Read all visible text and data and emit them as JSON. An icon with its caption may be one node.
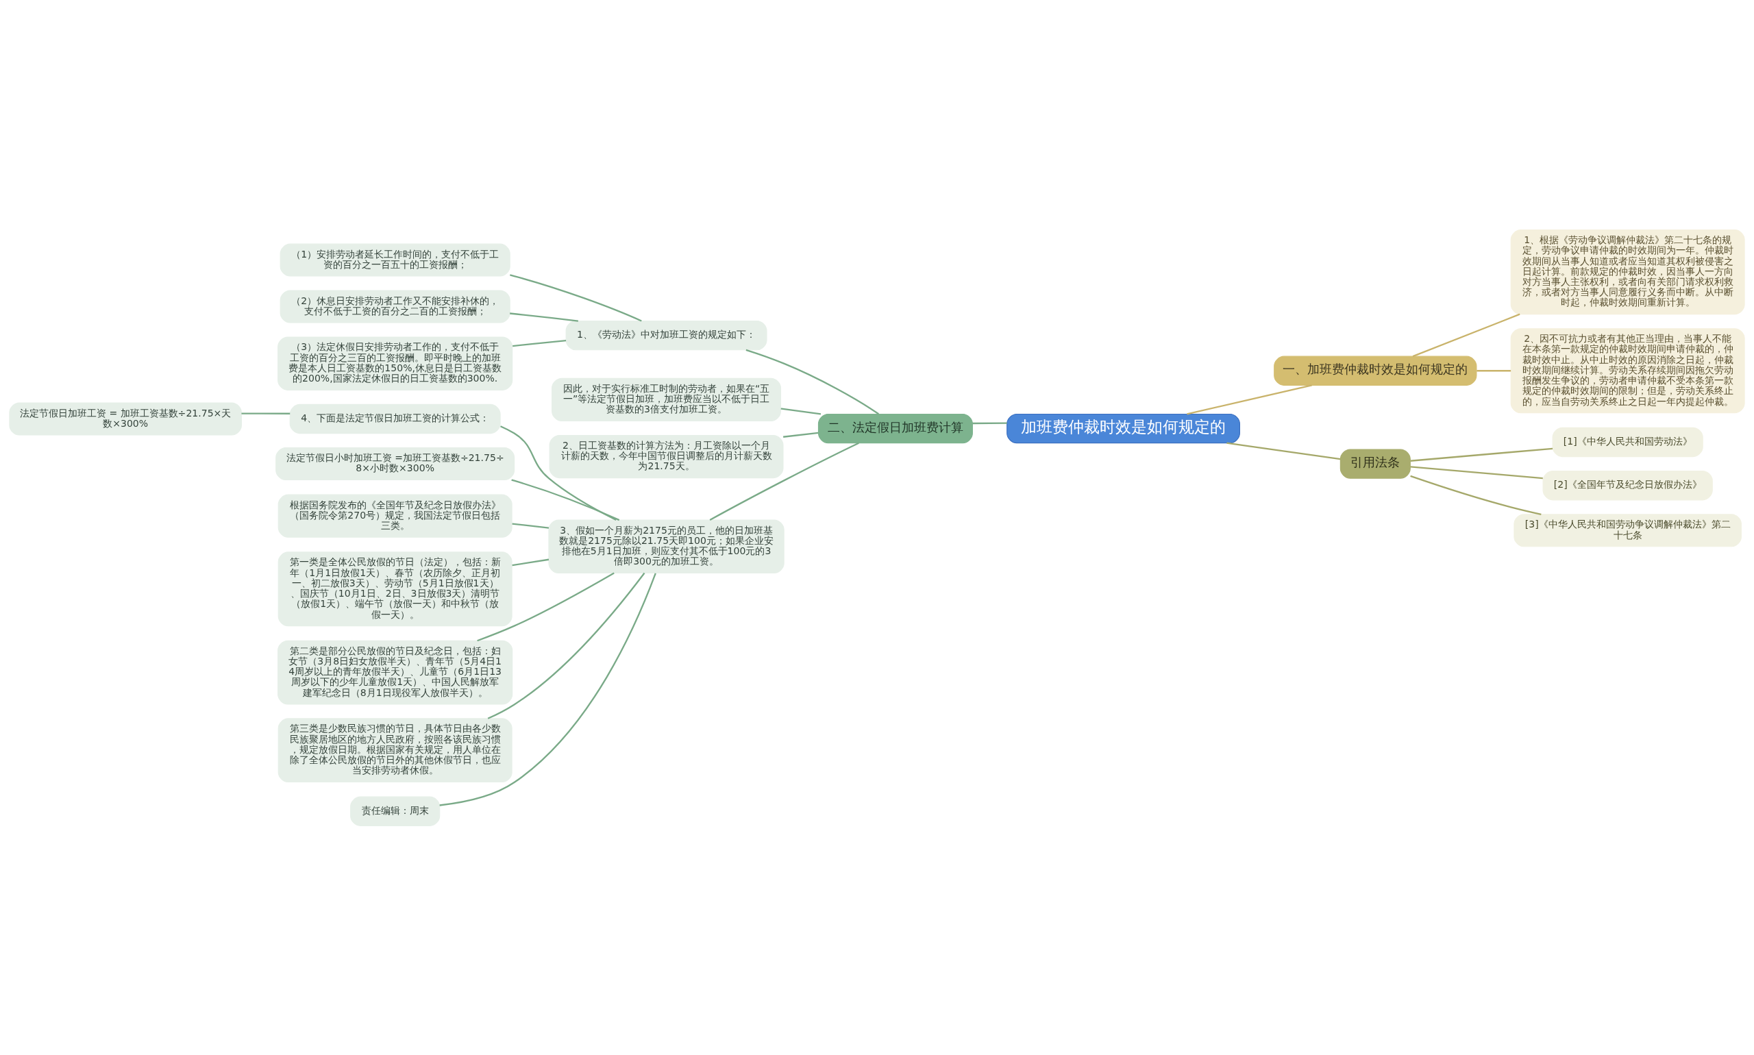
{
  "diagram": {
    "nodes": [
      {
        "text": [
          "加班费仲裁时效是如何规定的"
        ]
      },
      {
        "text": [
          "一、加班费仲裁时效是如何规定的"
        ]
      },
      {
        "text": [
          "1、根据《劳动争议调解仲裁法》第二十七条的规定，劳动争议申请仲裁的时效期间为一年。仲裁时效期间从当事人知道或者应当知道其权利被侵害之日起计算。前款规定的仲裁时效，因当事人一方向对方当事人主张权利，或者向有关部门请求权利救济，或者对方当事人同意履行义务而中断。从中断时起，仲裁时效期间重新计算。"
        ]
      },
      {
        "text": [
          "2、因不可抗力或者有其他正当理由，当事人不能在本条第一款规定的仲裁时效期间申请仲裁的，仲裁时效中止。从中止时效的原因消除之日起，仲裁时效期间继续计算。劳动关系存续期间因拖欠劳动报酬发生争议的，劳动者申请仲裁不受本条第一款规定的仲裁时效期间的限制；但是，劳动关系终止的，应当自劳动关系终止之日起一年内提起仲裁。"
        ]
      },
      {
        "text": [
          "引用法条"
        ]
      },
      {
        "text": [
          "[1]《中华人民共和国劳动法》"
        ]
      },
      {
        "text": [
          "[2]《全国年节及纪念日放假办法》"
        ]
      },
      {
        "text": [
          "[3]《中华人民共和国劳动争议调解仲裁法》第二十七条"
        ]
      },
      {
        "text": [
          "二、法定假日加班费计算"
        ]
      },
      {
        "text": [
          "1、《劳动法》中对加班工资的规定如下："
        ]
      },
      {
        "text": [
          "（1）安排劳动者延长工作时间的，支付不低于工资的百分之一百五十的工资报酬；"
        ]
      },
      {
        "text": [
          "（2）休息日安排劳动者工作又不能安排补休的，支付不低于工资的百分之二百的工资报酬；"
        ]
      },
      {
        "text": [
          "（3）法定休假日安排劳动者工作的，支付不低于工资的百分之三百的工资报酬。即平时晚上的加班费是本人日工资基数的150%,休息日是日工资基数的200%,国家法定休假日的日工资基数的300%."
        ]
      },
      {
        "text": [
          "因此，对于实行标准工时制的劳动者，如果在“五一”等法定节假日加班，加班费应当以不低于日工资基数的3倍支付加班工资。"
        ]
      },
      {
        "text": [
          "2、日工资基数的计算方法为：月工资除以一个月计薪的天数，今年中国节假日调整后的月计薪天数为21.75天。"
        ]
      },
      {
        "text": [
          "3、假如一个月薪为2175元的员工，他的日加班基数就是2175元除以21.75天即100元；如果企业安排他在5月1日加班，则应支付其不低于100元的3倍即300元的加班工资。"
        ]
      },
      {
        "text": [
          "4、下面是法定节假日加班工资的计算公式："
        ]
      },
      {
        "text": [
          "法定节假日加班工资 = 加班工资基数÷21.75×天数×300%"
        ]
      },
      {
        "text": [
          "法定节假日小时加班工资 =加班工资基数÷21.75÷8×小时数×300%"
        ]
      },
      {
        "text": [
          "根据国务院发布的《全国年节及纪念日放假办法》（国务院令第270号）规定，我国法定节假日包括三类。"
        ]
      },
      {
        "text": [
          "第一类是全体公民放假的节日（法定），包括：新年（1月1日放假1天）、春节（农历除夕、正月初一、初二放假3天）、劳动节（5月1日放假1天）、国庆节（10月1日、2日、3日放假3天）清明节（放假1天）、端午节（放假一天）和中秋节（放假一天）。"
        ]
      },
      {
        "text": [
          "第二类是部分公民放假的节日及纪念日，包括：妇女节（3月8日妇女放假半天）、青年节（5月4日14周岁以上的青年放假半天）、儿童节（6月1日13周岁以下的少年儿童放假1天）、中国人民解放军建军纪念日（8月1日现役军人放假半天）。"
        ]
      },
      {
        "text": [
          "第三类是少数民族习惯的节日，具体节日由各少数民族聚居地区的地方人民政府，按照各该民族习惯，规定放假日期。根据国家有关规定，用人单位在除了全体公民放假的节日外的其他休假节日，也应当安排劳动者休假。"
        ]
      },
      {
        "text": [
          "责任编辑：周末"
        ]
      }
    ],
    "edges": [
      {
        "from": 0,
        "to": 1,
        "arrow": "none",
        "color": "#c9b36b"
      },
      {
        "from": 1,
        "to": 2,
        "arrow": "none",
        "color": "#c9b36b"
      },
      {
        "from": 1,
        "to": 3,
        "arrow": "none",
        "color": "#c9b36b"
      },
      {
        "from": 0,
        "to": 4,
        "arrow": "none",
        "color": "#a5a86a"
      },
      {
        "from": 4,
        "to": 5,
        "arrow": "none",
        "color": "#a5a86a"
      },
      {
        "from": 4,
        "to": 6,
        "arrow": "none",
        "color": "#a5a86a"
      },
      {
        "from": 4,
        "to": 7,
        "arrow": "none",
        "color": "#a5a86a"
      },
      {
        "from": 0,
        "to": 8,
        "arrow": "none"
      },
      {
        "from": 8,
        "to": 9,
        "arrow": "none"
      },
      {
        "from": 9,
        "to": 10,
        "arrow": "none"
      },
      {
        "from": 9,
        "to": 11,
        "arrow": "none"
      },
      {
        "from": 9,
        "to": 12,
        "arrow": "none"
      },
      {
        "from": 8,
        "to": 13,
        "arrow": "none"
      },
      {
        "from": 8,
        "to": 14,
        "arrow": "none"
      },
      {
        "from": 8,
        "to": 15,
        "arrow": "none"
      },
      {
        "from": 15,
        "to": 16,
        "arrow": "none"
      },
      {
        "from": 16,
        "to": 17,
        "arrow": "none"
      },
      {
        "from": 15,
        "to": 18,
        "arrow": "none"
      },
      {
        "from": 15,
        "to": 19,
        "arrow": "none"
      },
      {
        "from": 15,
        "to": 20,
        "arrow": "none"
      },
      {
        "from": 15,
        "to": 21,
        "arrow": "none"
      },
      {
        "from": 15,
        "to": 22,
        "arrow": "none"
      },
      {
        "from": 15,
        "to": 23,
        "arrow": "none"
      }
    ]
  }
}
